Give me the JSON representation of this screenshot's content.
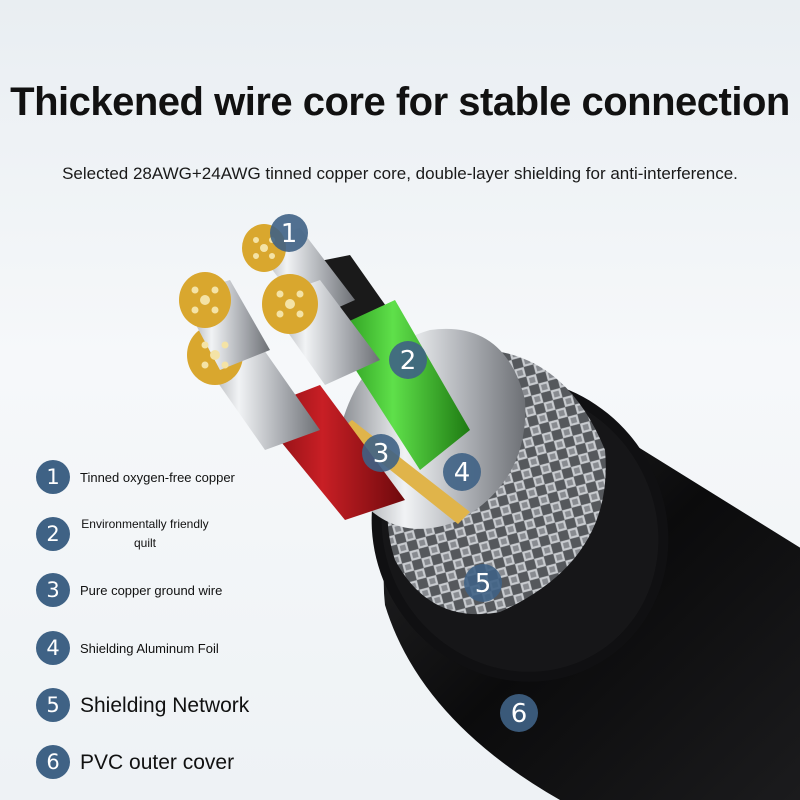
{
  "header": {
    "title": "Thickened wire core for stable connection",
    "subtitle": "Selected 28AWG+24AWG tinned copper core, double-layer shielding for anti-interference."
  },
  "callouts": [
    "1",
    "2",
    "3",
    "4",
    "5",
    "6"
  ],
  "legend": [
    {
      "number": "1",
      "label": "Tinned oxygen-free copper"
    },
    {
      "number": "2",
      "label": "Environmentally friendly quilt"
    },
    {
      "number": "3",
      "label": "Pure copper ground wire"
    },
    {
      "number": "4",
      "label": "Shielding Aluminum Foil"
    },
    {
      "number": "5",
      "label": "Shielding Network"
    },
    {
      "number": "6",
      "label": "PVC outer cover"
    }
  ],
  "colors": {
    "badge": "#3f6285",
    "conductor_gold": "#d9a72e",
    "wire_red": "#b3161d",
    "wire_green": "#3fc22a",
    "wire_black": "#161616",
    "jacket": "#0f0f10"
  }
}
